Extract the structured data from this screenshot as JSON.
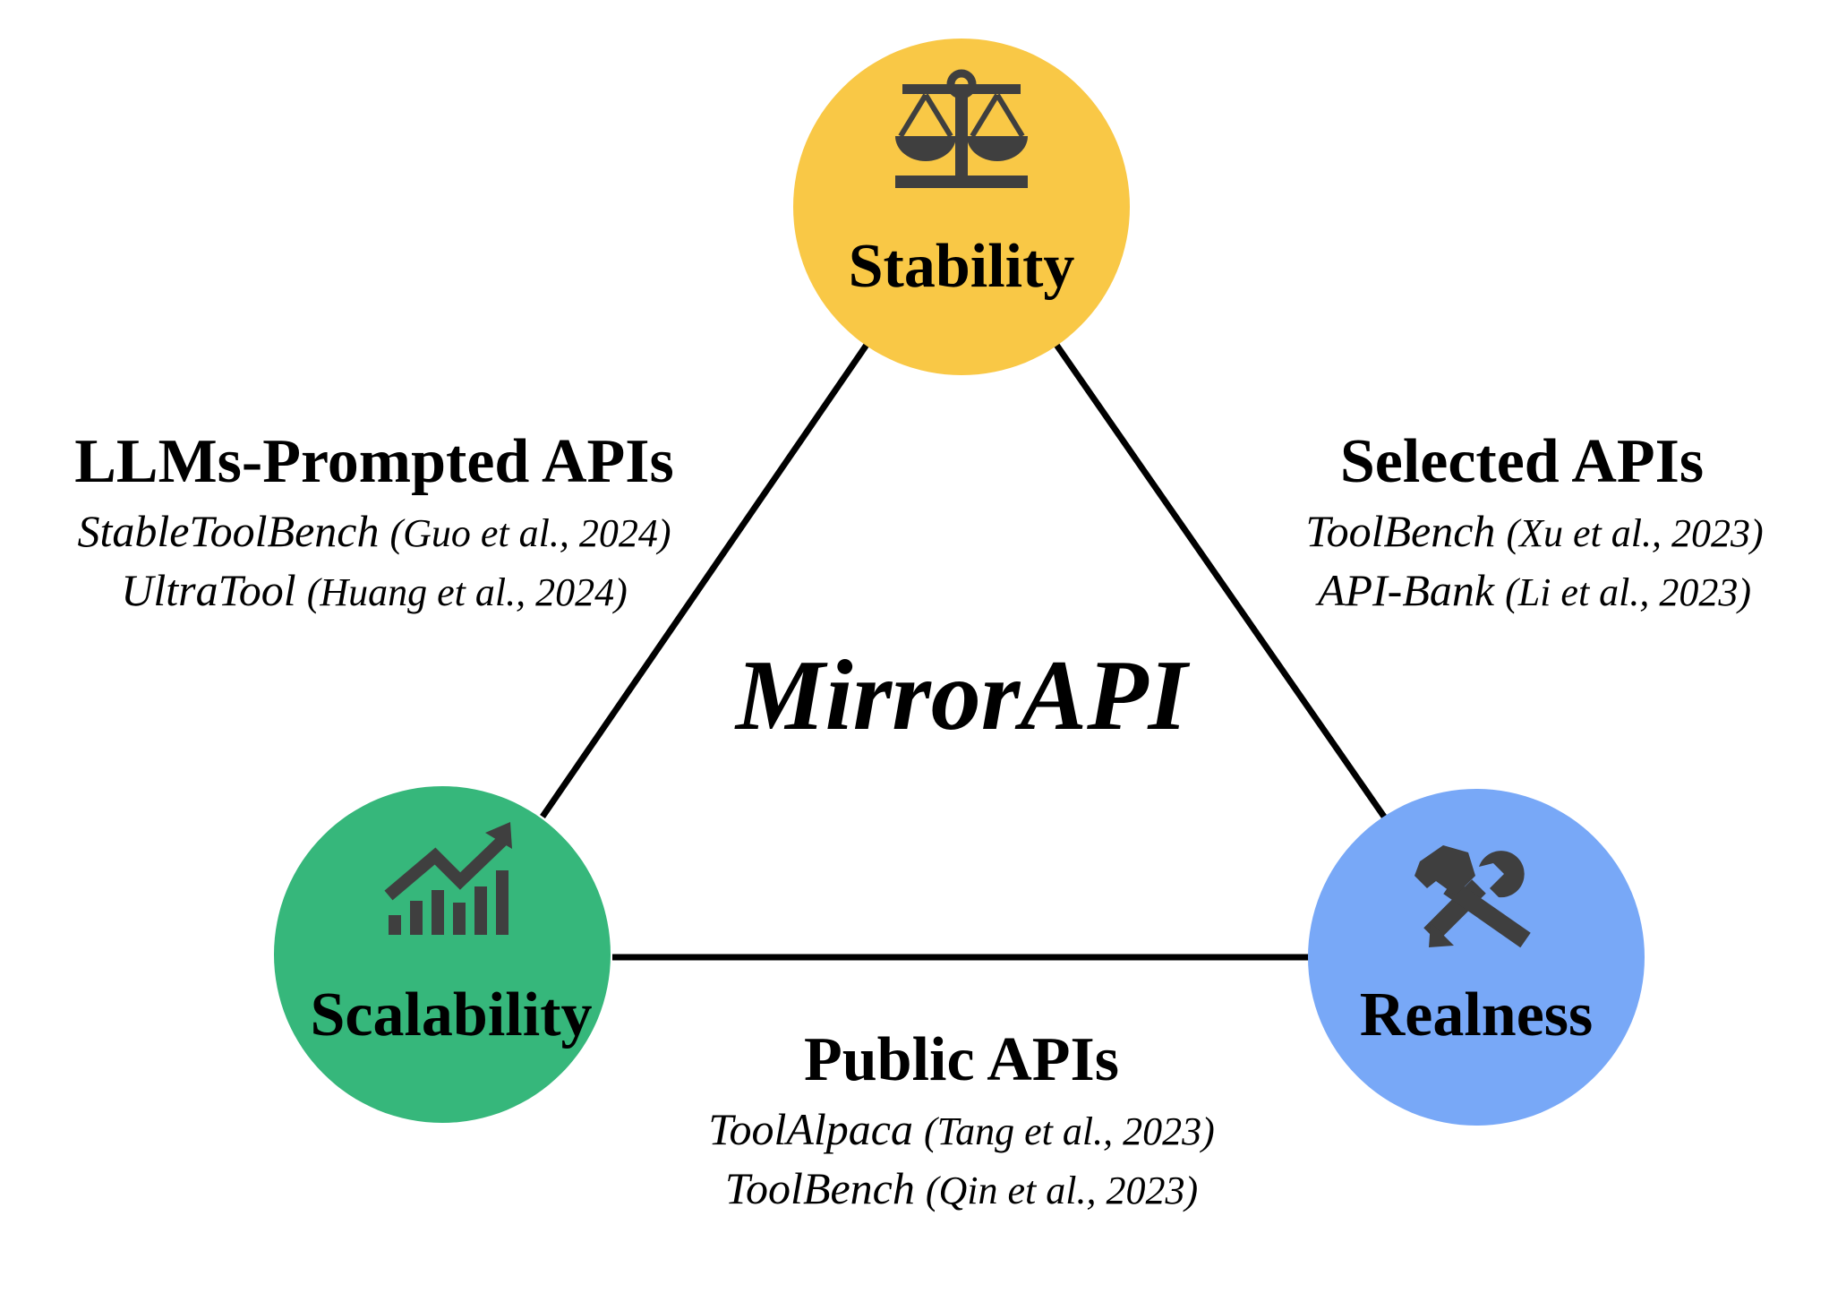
{
  "center": {
    "label": "MirrorAPI"
  },
  "nodes": {
    "top": {
      "label": "Stability",
      "color": "#f9c846",
      "icon": "balance-scale-icon"
    },
    "left": {
      "label": "Scalability",
      "color": "#36b77b",
      "icon": "growth-chart-icon"
    },
    "right": {
      "label": "Realness",
      "color": "#78a8f7",
      "icon": "hammer-wrench-icon"
    }
  },
  "groups": {
    "left": {
      "title": "LLMs-Prompted APIs",
      "refs": [
        {
          "name": "StableToolBench",
          "cite": "(Guo et al., 2024)"
        },
        {
          "name": "UltraTool",
          "cite": "(Huang et al., 2024)"
        }
      ]
    },
    "right": {
      "title": "Selected APIs",
      "refs": [
        {
          "name": "ToolBench",
          "cite": "(Xu et al., 2023)"
        },
        {
          "name": "API-Bank",
          "cite": "(Li et al., 2023)"
        }
      ]
    },
    "bottom": {
      "title": "Public APIs",
      "refs": [
        {
          "name": "ToolAlpaca",
          "cite": "(Tang et al., 2023)"
        },
        {
          "name": "ToolBench",
          "cite": "(Qin et al., 2023)"
        }
      ]
    }
  }
}
